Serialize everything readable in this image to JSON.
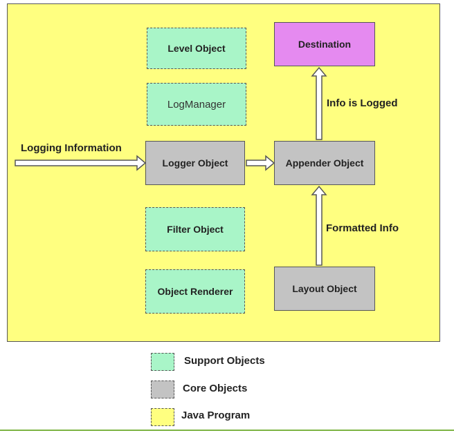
{
  "diagram": {
    "support_boxes": {
      "level_object": "Level Object",
      "log_manager": "LogManager",
      "filter_object": "Filter Object",
      "object_renderer": "Object Renderer"
    },
    "core_boxes": {
      "logger_object": "Logger Object",
      "appender_object": "Appender Object",
      "layout_object": "Layout Object"
    },
    "destination": "Destination",
    "labels": {
      "logging_information": "Logging Information",
      "info_is_logged": "Info is Logged",
      "formatted_info": "Formatted Info"
    }
  },
  "legend": [
    {
      "label": "Support Objects",
      "color": "#a9f5c8"
    },
    {
      "label": "Core Objects",
      "color": "#c3c3c3"
    },
    {
      "label": "Java Program",
      "color": "#ffff80"
    }
  ],
  "colors": {
    "program_background": "#ffff80",
    "support": "#a9f5c8",
    "core": "#c3c3c3",
    "destination": "#e58af0",
    "accent_line": "#7cb342"
  }
}
